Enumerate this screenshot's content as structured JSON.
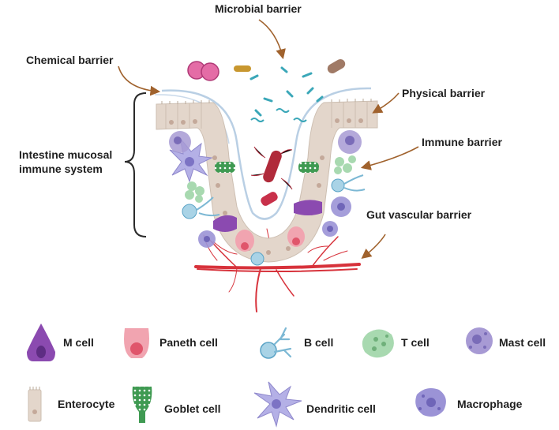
{
  "labels": {
    "microbial": "Microbial barrier",
    "chemical": "Chemical barrier",
    "physical": "Physical barrier",
    "immune": "Immune barrier",
    "mucosal_line1": "Intestine mucosal",
    "mucosal_line2": "immune system",
    "vascular": "Gut vascular barrier"
  },
  "legend": [
    {
      "key": "m_cell",
      "label": "M cell",
      "icon": "m-cell-icon"
    },
    {
      "key": "paneth",
      "label": "Paneth cell",
      "icon": "paneth-cell-icon"
    },
    {
      "key": "b_cell",
      "label": "B cell",
      "icon": "b-cell-icon"
    },
    {
      "key": "t_cell",
      "label": "T cell",
      "icon": "t-cell-icon"
    },
    {
      "key": "mast",
      "label": "Mast cell",
      "icon": "mast-cell-icon"
    },
    {
      "key": "enterocyte",
      "label": "Enterocyte",
      "icon": "enterocyte-icon"
    },
    {
      "key": "goblet",
      "label": "Goblet cell",
      "icon": "goblet-cell-icon"
    },
    {
      "key": "dendritic",
      "label": "Dendritic cell",
      "icon": "dendritic-cell-icon"
    },
    {
      "key": "macrophage",
      "label": "Macrophage",
      "icon": "macrophage-icon"
    }
  ],
  "colors": {
    "arrow": "#a0622d",
    "enterocyte": "#e3d6cb",
    "m_cell": "#8b4ab0",
    "paneth": "#f1a4b0",
    "b_cell": "#a9d3e6",
    "t_cell": "#a8d9b0",
    "mast": "#a79ad4",
    "goblet": "#3f9a52",
    "dendritic": "#b4b0e6",
    "macrophage": "#9b93d6",
    "vessel": "#d7323b",
    "mucus": "#b9cfe4"
  }
}
